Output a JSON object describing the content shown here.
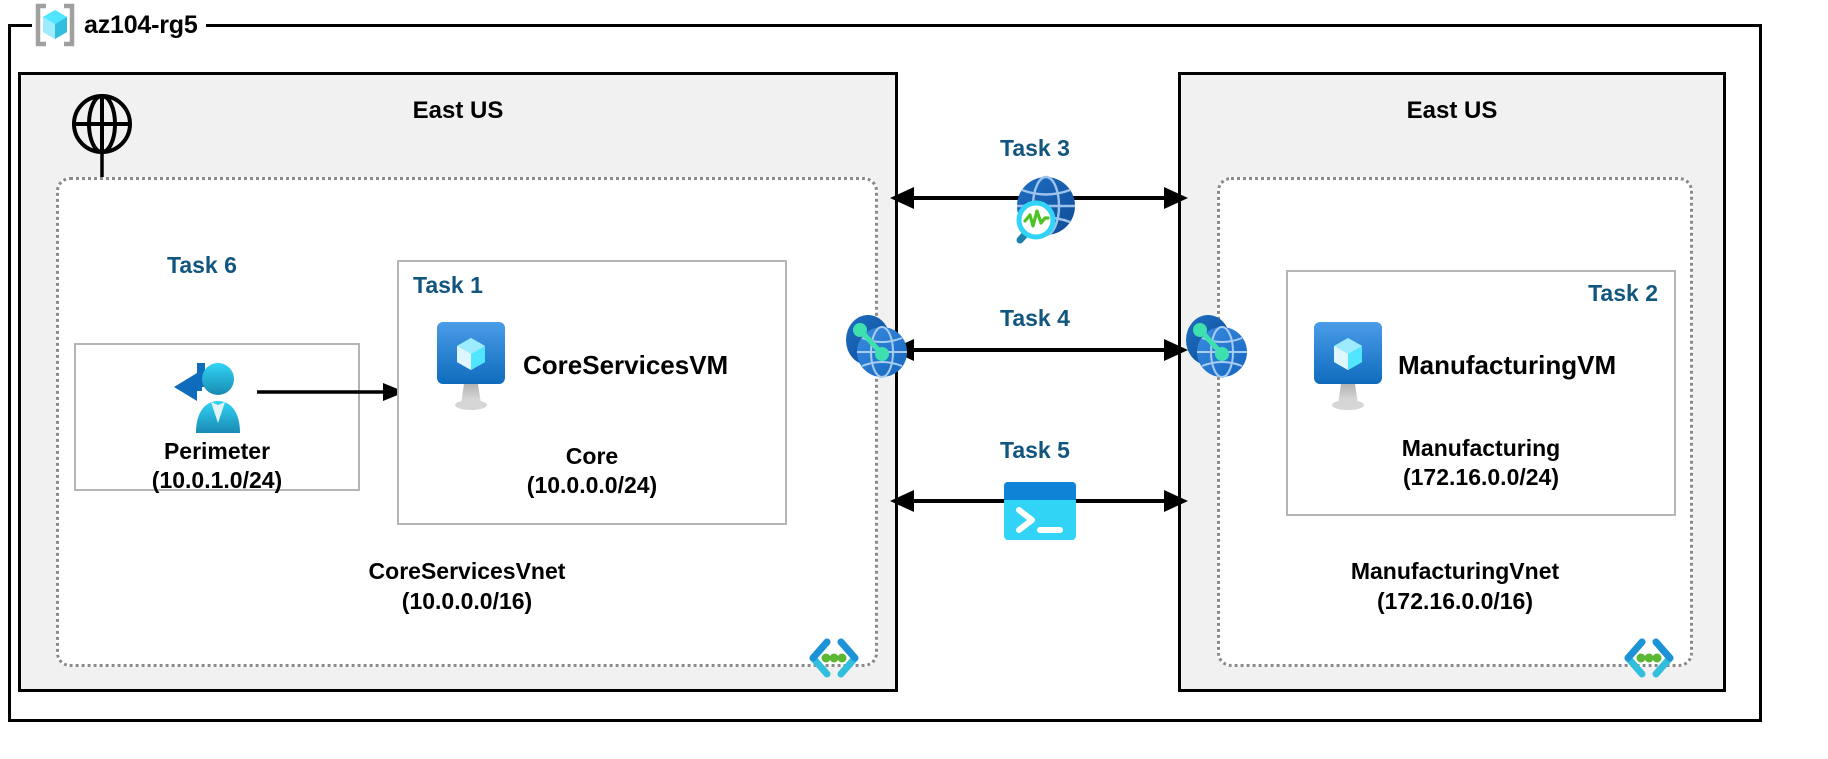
{
  "resource_group": {
    "name": "az104-rg5",
    "icon": "azure-resource-group-icon"
  },
  "regions": [
    {
      "id": "left",
      "title": "East US"
    },
    {
      "id": "right",
      "title": "East US"
    }
  ],
  "vnets": [
    {
      "id": "core",
      "name": "CoreServicesVnet",
      "cidr": "(10.0.0.0/16)",
      "subnet_icon": "subnet-icon"
    },
    {
      "id": "manufacturing",
      "name": "ManufacturingVnet",
      "cidr": "(172.16.0.0/16)",
      "subnet_icon": "subnet-icon"
    }
  ],
  "subnets": [
    {
      "id": "perimeter",
      "task": "Task 6",
      "name": "Perimeter",
      "cidr": "(10.0.1.0/24)",
      "icon": "user-signin-icon"
    },
    {
      "id": "core",
      "task": "Task 1",
      "name": "Core",
      "cidr": "(10.0.0.0/24)",
      "vm": "CoreServicesVM",
      "icon": "virtual-machine-icon"
    },
    {
      "id": "manufacturing",
      "task": "Task 2",
      "name": "Manufacturing",
      "cidr": "(172.16.0.0/24)",
      "vm": "ManufacturingVM",
      "icon": "virtual-machine-icon"
    }
  ],
  "connections": [
    {
      "id": "task3",
      "label": "Task 3",
      "icon": "network-watcher-icon",
      "arrow": "double"
    },
    {
      "id": "task4",
      "label": "Task 4",
      "icon": "vnet-peering-icon",
      "arrow": "double"
    },
    {
      "id": "task5",
      "label": "Task 5",
      "icon": "cloud-shell-icon",
      "arrow": "double"
    }
  ],
  "internet": {
    "icon": "globe-internet-icon"
  },
  "peering_icons": [
    {
      "id": "peering-left",
      "icon": "vnet-peering-icon"
    },
    {
      "id": "peering-right",
      "icon": "vnet-peering-icon"
    }
  ],
  "colors": {
    "task_text": "#12567f",
    "region_fill": "#f1f1f1",
    "vnet_border": "#8a8a8a",
    "subnet_border": "#b5b5b5",
    "azure_blue": "#0078d4",
    "azure_cyan": "#50e6ff",
    "frame": "#000000"
  }
}
